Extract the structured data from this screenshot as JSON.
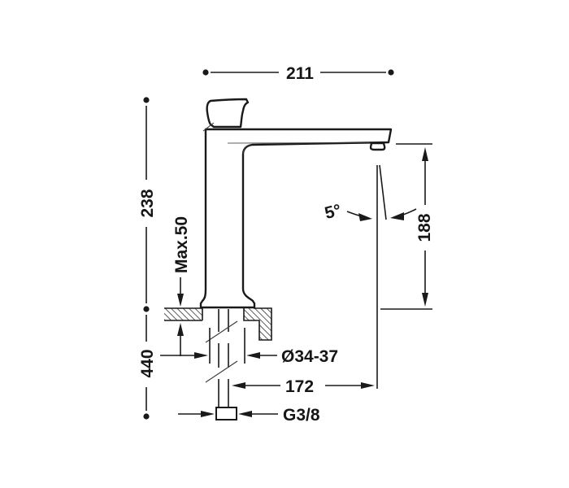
{
  "drawing": {
    "type": "technical-dimension-drawing",
    "subject": "tall single-lever basin mixer faucet, side elevation",
    "labels": {
      "top_width": "211",
      "body_height": "238",
      "max_thickness": "Max.50",
      "total_height": "440",
      "hole_diameter": "Ø34-37",
      "reach": "172",
      "thread": "G3/8",
      "angle": "5°",
      "outlet_height": "188"
    },
    "colors": {
      "line": "#1a1a1a",
      "background": "#ffffff"
    }
  }
}
